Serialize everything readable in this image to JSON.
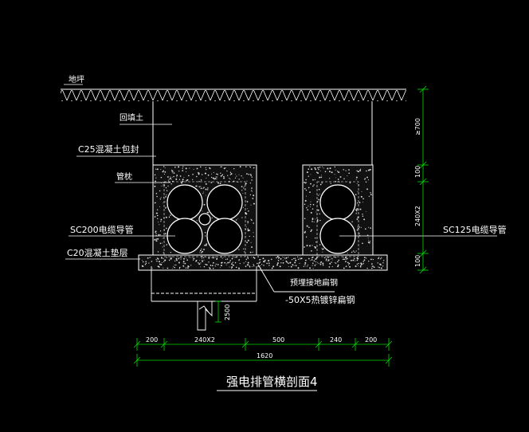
{
  "labels": {
    "ground": "地坪",
    "backfill": "回填土",
    "concrete_encase": "C25混凝土包封",
    "pipe_support": "管枕",
    "sc200": "SC200电缆导管",
    "c20": "C20混凝土垫层",
    "sc125": "SC125电缆导管",
    "grounding_1": "预埋接地扁钢",
    "grounding_2": "-50X5热镀锌扁钢"
  },
  "dims_vertical": [
    "≥700",
    "100",
    "240X2",
    "100"
  ],
  "dims_vertical_small": "2500",
  "dims_horizontal": [
    "200",
    "240X2",
    "500",
    "240",
    "200"
  ],
  "dim_total": "1620",
  "title": "强电排管横剖面4",
  "colors": {
    "line": "#ffffff",
    "dim": "#00dd00",
    "text": "#ffffff"
  }
}
